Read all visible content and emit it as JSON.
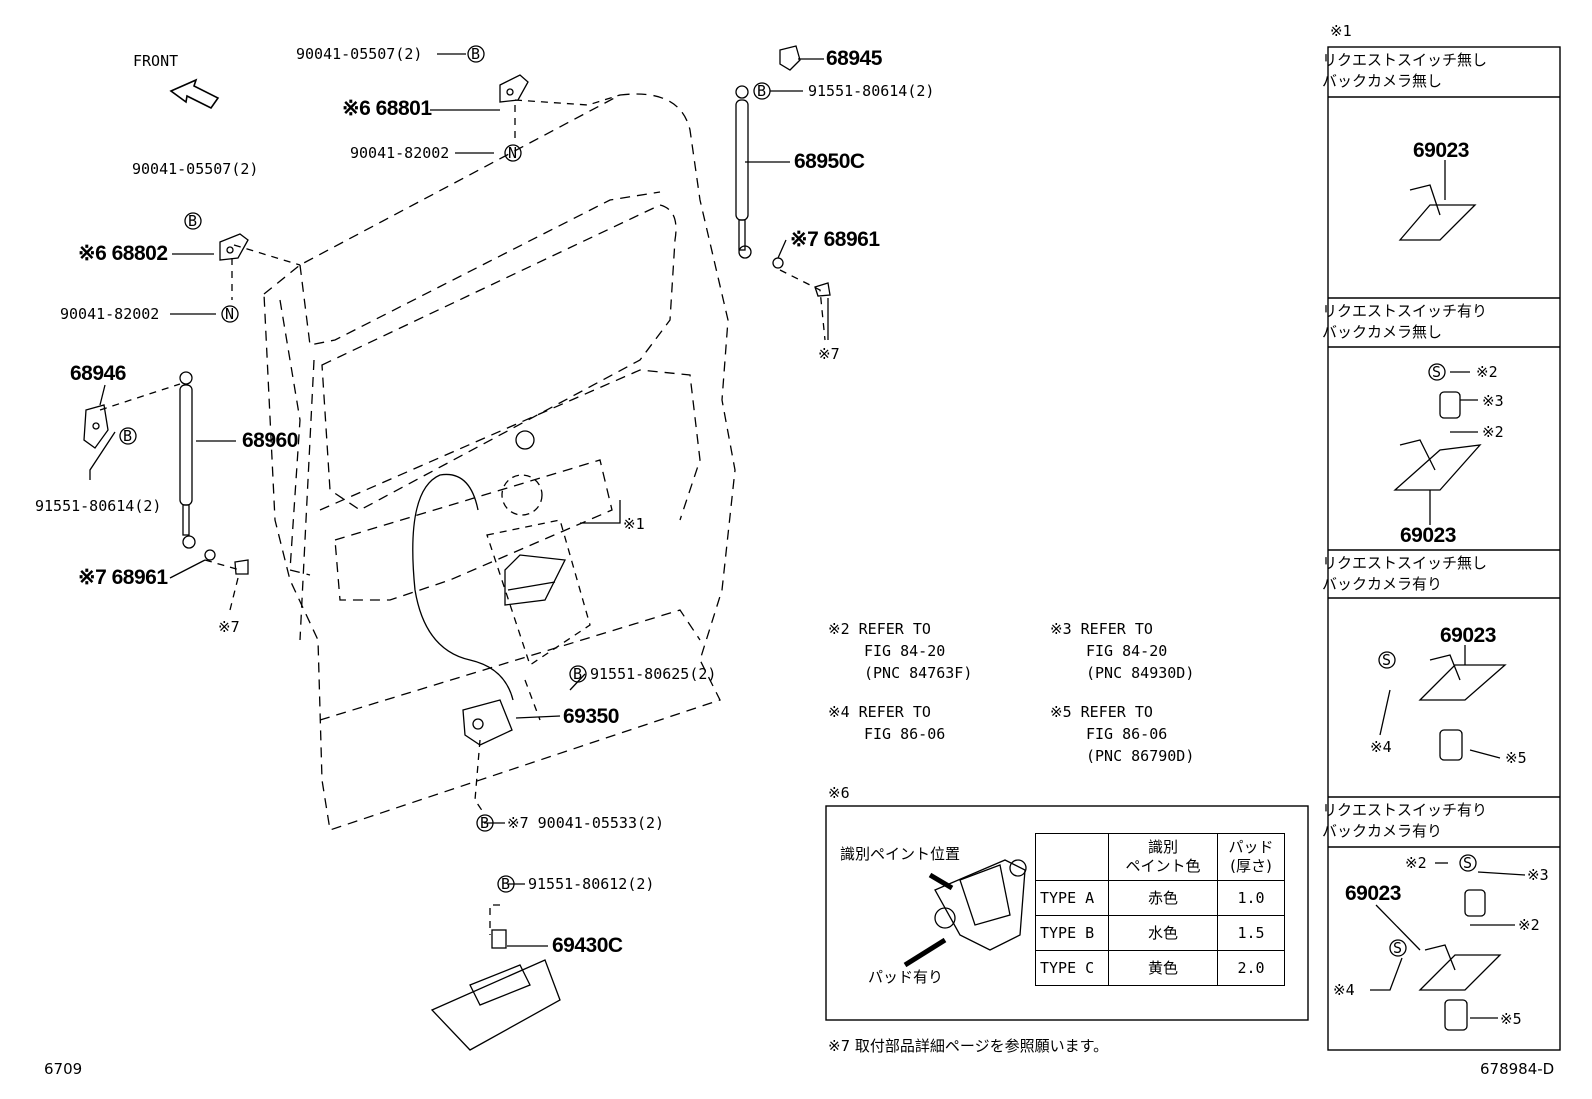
{
  "front_label": "FRONT",
  "callouts": {
    "c1_left": "90041-05507(2)",
    "c2_left": "※6 68801",
    "c3_left": "90041-82002",
    "c4_left": "90041-05507(2)",
    "c5_left": "※6 68802",
    "c6_left": "90041-82002",
    "c7_left": "68946",
    "c8_left": "91551-80614(2)",
    "c9_left": "68960",
    "c10_left": "※7 68961",
    "c11_left": "※7",
    "c12_left": "※1",
    "c13_left": "91551-80625(2)",
    "c14_left": "69350",
    "c15_left": "※7 90041-05533(2)",
    "c16_left": "91551-80612(2)",
    "c17_left": "69430C",
    "r1": "68945",
    "r2": "91551-80614(2)",
    "r3": "68950C",
    "r4": "※7 68961",
    "r5": "※7"
  },
  "symbols": {
    "b": "B",
    "n": "N",
    "s": "S"
  },
  "notes": {
    "n2": [
      "※2 REFER TO",
      "FIG 84-20",
      "(PNC 84763F)"
    ],
    "n3": [
      "※3 REFER TO",
      "FIG 84-20",
      "(PNC 84930D)"
    ],
    "n4": [
      "※4 REFER TO",
      "FIG 86-06"
    ],
    "n5": [
      "※5 REFER TO",
      "FIG 86-06",
      "(PNC 86790D)"
    ],
    "n6_title": "※6",
    "n7": "※7 取付部品詳細ページを参照願います。"
  },
  "type_box": {
    "paint_label": "識別ペイント位置",
    "pad_label": "パッド有り",
    "headers": [
      "",
      "識別\nペイント色",
      "パッド\n(厚さ)"
    ],
    "rows": [
      [
        "TYPE A",
        "赤色",
        "1.0"
      ],
      [
        "TYPE B",
        "水色",
        "1.5"
      ],
      [
        "TYPE C",
        "黄色",
        "2.0"
      ]
    ]
  },
  "right_panel": {
    "title": "※1",
    "sections": [
      {
        "h1": "リクエストスイッチ無し",
        "h2": "バックカメラ無し",
        "part": "69023"
      },
      {
        "h1": "リクエストスイッチ有り",
        "h2": "バックカメラ無し",
        "part": "69023",
        "a": "※2",
        "b": "※3",
        "c": "※2"
      },
      {
        "h1": "リクエストスイッチ無し",
        "h2": "バックカメラ有り",
        "part": "69023",
        "a": "※4",
        "b": "※5"
      },
      {
        "h1": "リクエストスイッチ有り",
        "h2": "バックカメラ有り",
        "part": "69023",
        "a": "※2",
        "b": "※3",
        "c": "※2",
        "d": "※4",
        "e": "※5"
      }
    ]
  },
  "footer": {
    "left": "6709",
    "right": "678984-D"
  }
}
